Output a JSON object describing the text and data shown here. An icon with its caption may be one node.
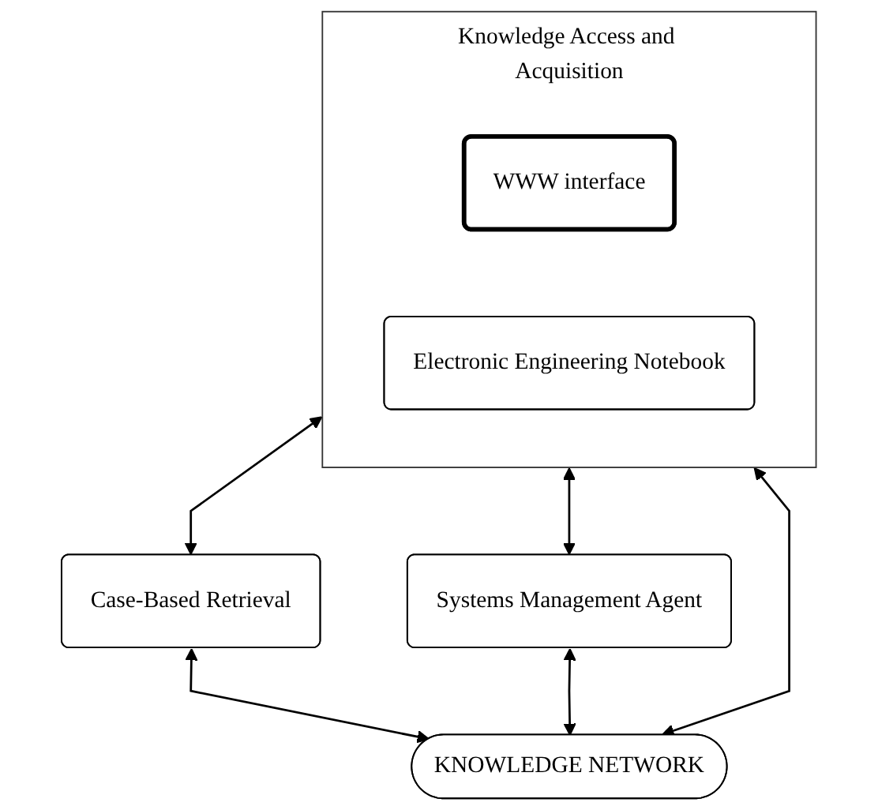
{
  "diagram": {
    "nodes": [
      {
        "text": [
          "Knowledge Access and Acquisition"
        ]
      },
      {
        "text": [
          "WWW interface"
        ],
        "in": 0
      },
      {
        "text": [
          "Electronic Engineering Notebook"
        ],
        "in": 0
      },
      {
        "text": [
          "Case-Based Retrieval"
        ]
      },
      {
        "text": [
          "Systems Management Agent"
        ]
      },
      {
        "text": [
          "KNOWLEDGE NETWORK"
        ]
      }
    ],
    "edges": [
      {
        "from": 0,
        "to": 3,
        "arrow": "both"
      },
      {
        "from": 0,
        "to": 5,
        "arrow": "both"
      },
      {
        "from": 0,
        "to": 4,
        "arrow": "both"
      },
      {
        "from": 3,
        "to": 5,
        "arrow": "both"
      },
      {
        "from": 4,
        "to": 5,
        "arrow": "both"
      }
    ]
  }
}
